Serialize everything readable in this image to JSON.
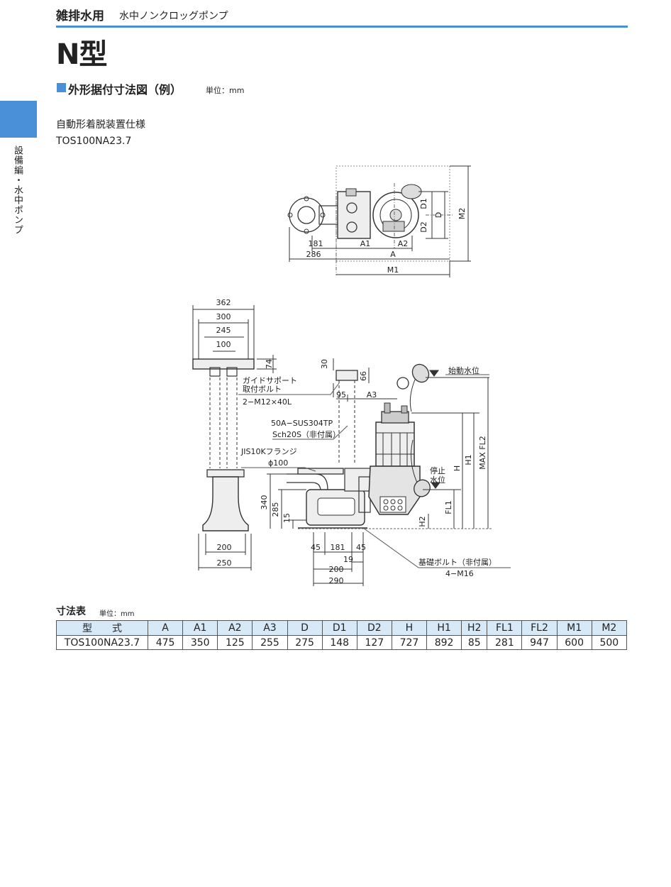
{
  "header": {
    "title": "雑排水用",
    "subtitle": "水中ノンクロッグポンプ"
  },
  "side_tab": {
    "label": "設備編・水中ポンプ"
  },
  "model_type": "N型",
  "section": {
    "title": "外形据付寸法図（例）",
    "unit": "単位：mm"
  },
  "spec": {
    "line1": "自動形着脱装置仕様",
    "line2": "TOS100NA23.7"
  },
  "drawing": {
    "labels": {
      "d_181": "181",
      "d_A1": "A1",
      "d_A2": "A2",
      "d_286": "286",
      "d_A": "A",
      "d_M1": "M1",
      "d_D1": "D1",
      "d_D": "D",
      "d_D2": "D2",
      "d_M2": "M2",
      "d_362": "362",
      "d_300": "300",
      "d_245": "245",
      "d_100": "100",
      "d_74": "74",
      "d_30": "30",
      "d_66": "66",
      "d_95": "95",
      "d_A3": "A3",
      "guide_support_1": "ガイドサポート",
      "guide_support_2": "取付ボルト",
      "guide_bolt": "2−M12×40L",
      "pipe_1": "50A−SUS304TP",
      "pipe_2": "Sch20S（非付属）",
      "flange_1": "JIS10Kフランジ",
      "flange_2": "ϕ100",
      "start_level": "始動水位",
      "stop_level_1": "停止",
      "stop_level_2": "水位",
      "d_H1": "H1",
      "d_H": "H",
      "d_MAXFL2": "MAX FL2",
      "d_FL1": "FL1",
      "d_H2": "H2",
      "d_340": "340",
      "d_285": "285",
      "d_15": "15",
      "d_45a": "45",
      "d_181b": "181",
      "d_45b": "45",
      "d_19": "19",
      "d_200a": "200",
      "d_290": "290",
      "d_200b": "200",
      "d_250": "250",
      "anchor_1": "基礎ボルト（非付属）",
      "anchor_2": "4−M16"
    }
  },
  "table": {
    "title": "寸法表",
    "unit": "単位：mm",
    "headers": [
      "型　　式",
      "A",
      "A1",
      "A2",
      "A3",
      "D",
      "D1",
      "D2",
      "H",
      "H1",
      "H2",
      "FL1",
      "FL2",
      "M1",
      "M2"
    ],
    "rows": [
      {
        "cells": [
          "TOS100NA23.7",
          "475",
          "350",
          "125",
          "255",
          "275",
          "148",
          "127",
          "727",
          "892",
          "85",
          "281",
          "947",
          "600",
          "500"
        ]
      }
    ]
  },
  "colors": {
    "accent": "#4a90d9",
    "table_header_bg": "#d7e8f6"
  }
}
